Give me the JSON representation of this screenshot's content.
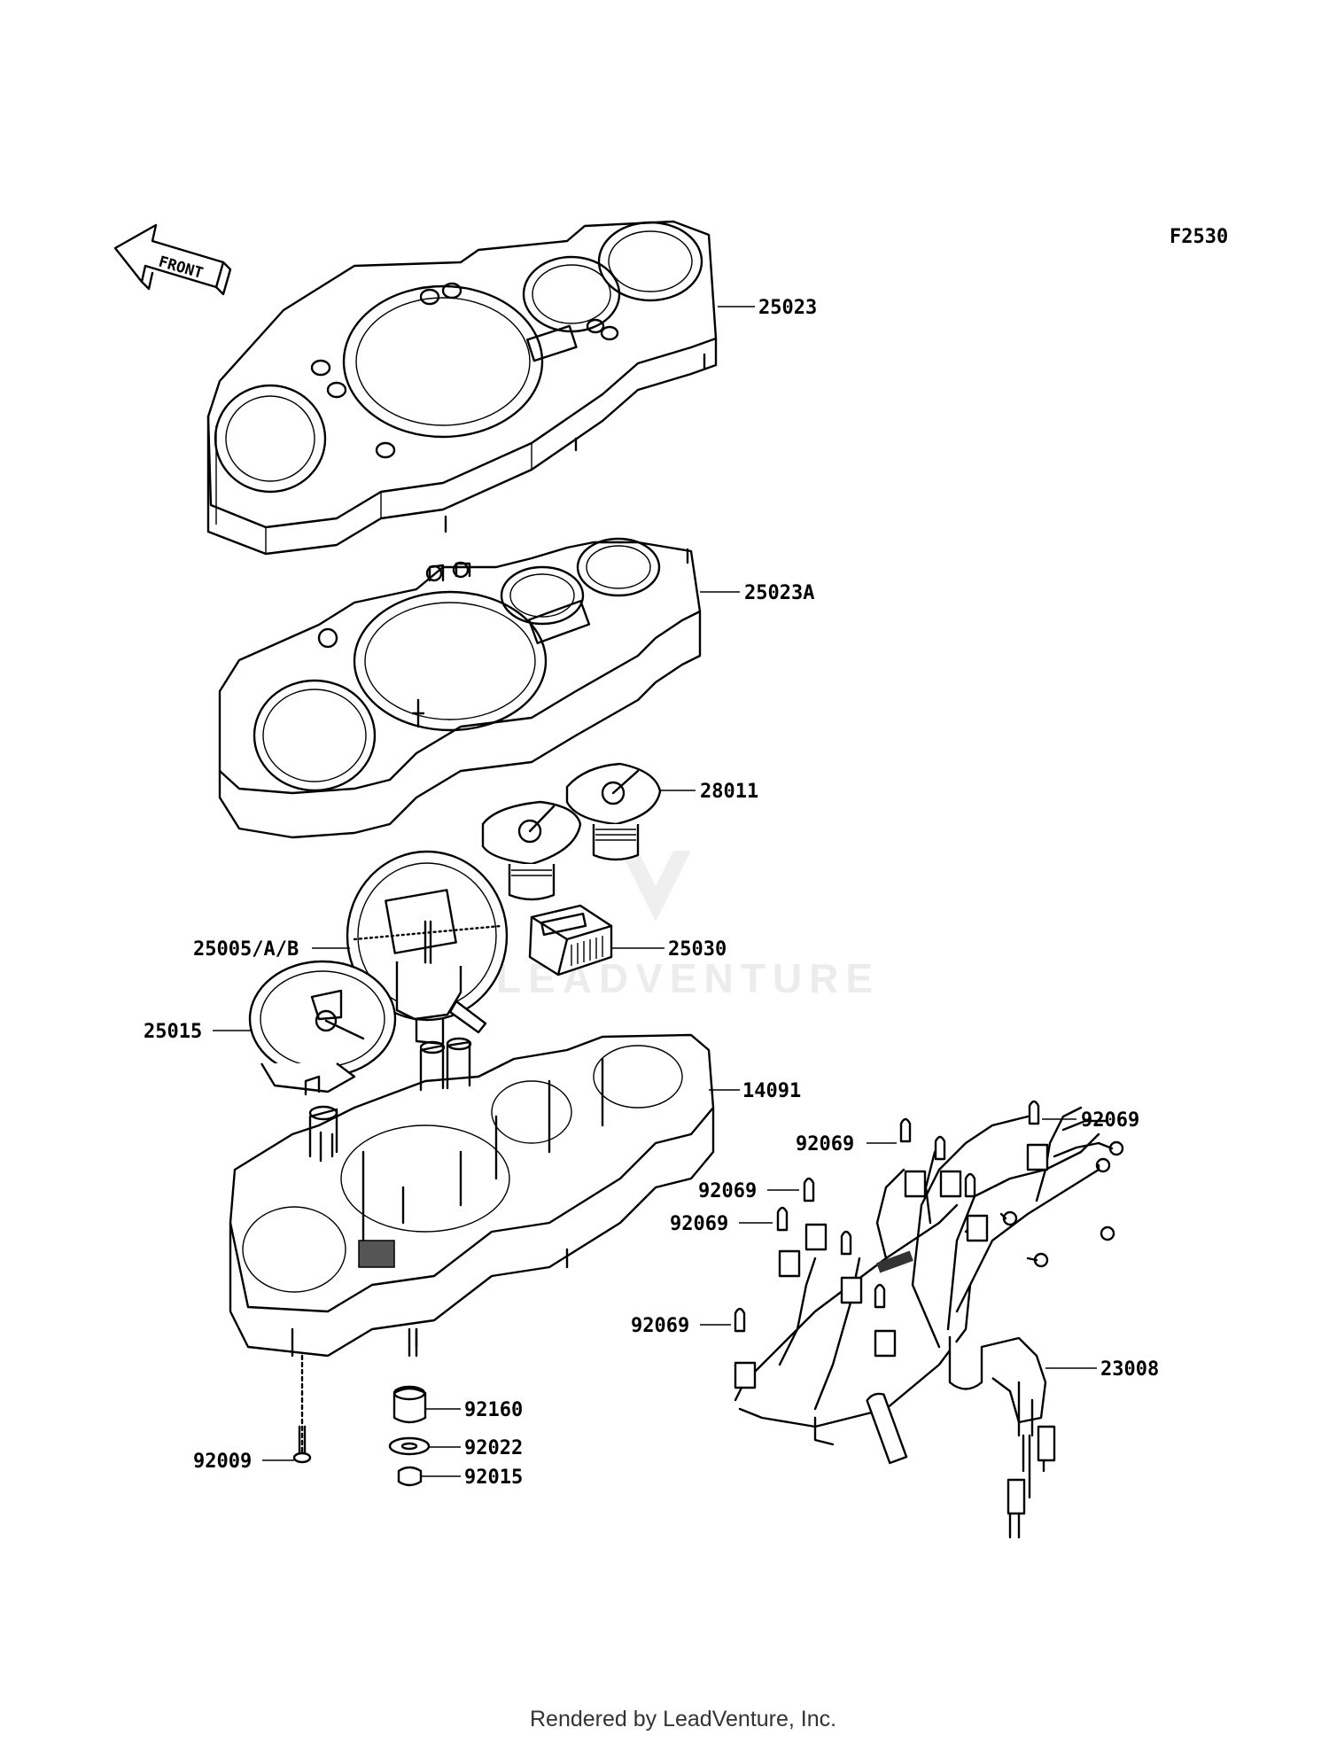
{
  "figure_code": "F2530",
  "front_label": "FRONT",
  "watermark": "LEADVENTURE",
  "footer": "Rendered by LeadVenture, Inc.",
  "callouts": [
    {
      "id": "25023",
      "label": "25023"
    },
    {
      "id": "25023A",
      "label": "25023A"
    },
    {
      "id": "28011",
      "label": "28011"
    },
    {
      "id": "25005",
      "label": "25005/A/B"
    },
    {
      "id": "25030",
      "label": "25030"
    },
    {
      "id": "25015",
      "label": "25015"
    },
    {
      "id": "14091",
      "label": "14091"
    },
    {
      "id": "92069a",
      "label": "92069"
    },
    {
      "id": "92069b",
      "label": "92069"
    },
    {
      "id": "92069c",
      "label": "92069"
    },
    {
      "id": "92069d",
      "label": "92069"
    },
    {
      "id": "92069e",
      "label": "92069"
    },
    {
      "id": "23008",
      "label": "23008"
    },
    {
      "id": "92160",
      "label": "92160"
    },
    {
      "id": "92022",
      "label": "92022"
    },
    {
      "id": "92015",
      "label": "92015"
    },
    {
      "id": "92009",
      "label": "92009"
    }
  ]
}
